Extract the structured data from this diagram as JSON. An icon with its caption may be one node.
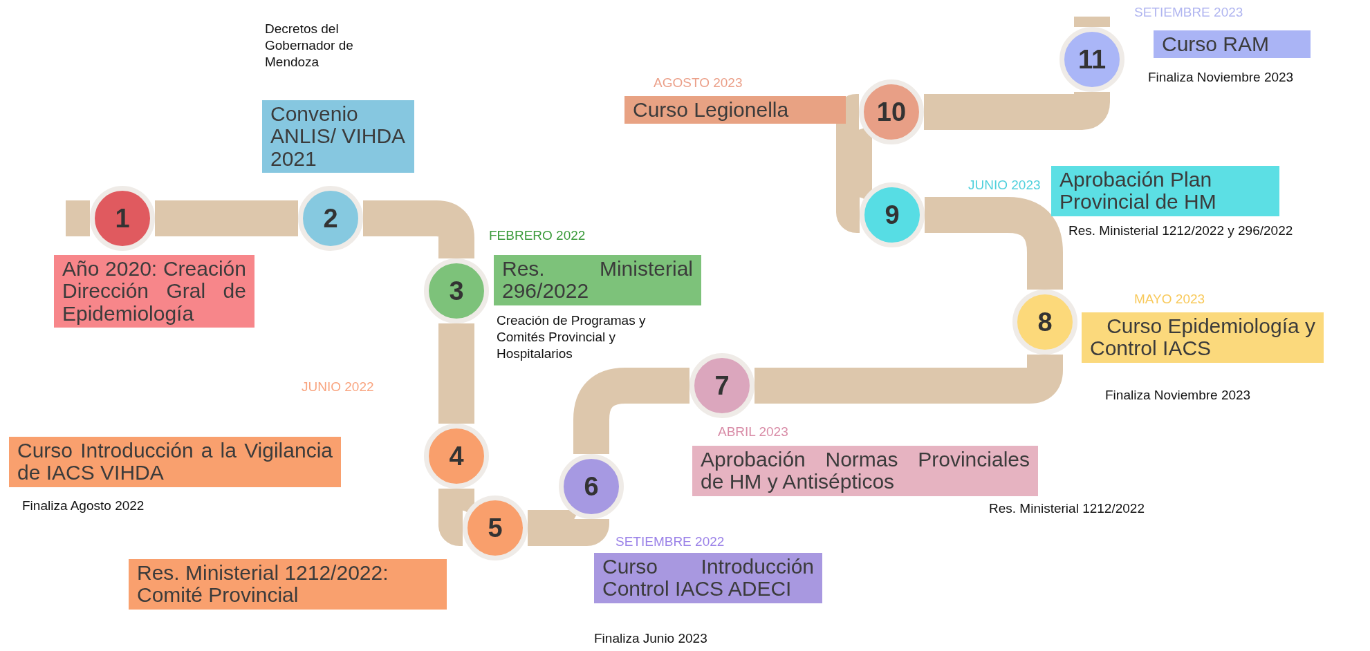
{
  "diagram": {
    "nodes": [
      {
        "text": [
          "1"
        ]
      },
      {
        "text": [
          "Año 2020: Creación Dirección Gral de Epidemiología"
        ]
      },
      {
        "text": [
          "2"
        ]
      },
      {
        "text": [
          "Convenio ANLIS/ VIHDA 2021"
        ],
        "beside": [
          "Decretos del Gobernador de Mendoza"
        ]
      },
      {
        "text": [
          "3"
        ]
      },
      {
        "text": [
          "Res. Ministerial 296/2022"
        ],
        "beside": [
          "FEBRERO 2022",
          "Creación de Programas y Comités Provincial y Hospitalarios"
        ]
      },
      {
        "text": [
          "4"
        ]
      },
      {
        "text": [
          "Curso Introducción a la Vigilancia de IACS VIHDA"
        ],
        "beside": [
          "JUNIO 2022",
          "Finaliza Agosto 2022"
        ]
      },
      {
        "text": [
          "5"
        ]
      },
      {
        "text": [
          "Res. Ministerial 1212/2022: Comité Provincial"
        ]
      },
      {
        "text": [
          "6"
        ]
      },
      {
        "text": [
          "Curso Introducción Control IACS ADECI"
        ],
        "beside": [
          "SETIEMBRE 2022",
          "Finaliza Junio 2023"
        ]
      },
      {
        "text": [
          "7"
        ]
      },
      {
        "text": [
          "Aprobación Normas Provinciales de HM y Antisépticos"
        ],
        "beside": [
          "ABRIL 2023",
          "Res. Ministerial 1212/2022"
        ]
      },
      {
        "text": [
          "8"
        ]
      },
      {
        "text": [
          "Curso Epidemiología y Control IACS"
        ],
        "beside": [
          "MAYO 2023",
          "Finaliza Noviembre 2023"
        ]
      },
      {
        "text": [
          "9"
        ]
      },
      {
        "text": [
          "Aprobación Plan Provincial de HM"
        ],
        "beside": [
          "JUNIO 2023",
          "Res. Ministerial 1212/2022 y 296/2022"
        ]
      },
      {
        "text": [
          "10"
        ]
      },
      {
        "text": [
          "Curso Legionella"
        ],
        "beside": [
          "AGOSTO 2023"
        ]
      },
      {
        "text": [
          "11"
        ]
      },
      {
        "text": [
          "Curso RAM"
        ],
        "beside": [
          "SETIEMBRE 2023",
          "Finaliza Noviembre 2023"
        ]
      }
    ],
    "edges": [
      {
        "from": null,
        "to": 0,
        "arrow": "none"
      },
      {
        "from": 0,
        "to": 2,
        "arrow": "none"
      },
      {
        "from": 2,
        "to": 4,
        "arrow": "none"
      },
      {
        "from": 4,
        "to": 6,
        "arrow": "none"
      },
      {
        "from": 6,
        "to": 8,
        "arrow": "none"
      },
      {
        "from": 8,
        "to": 10,
        "arrow": "none"
      },
      {
        "from": 10,
        "to": 12,
        "arrow": "none"
      },
      {
        "from": 12,
        "to": 14,
        "arrow": "none"
      },
      {
        "from": 14,
        "to": 16,
        "arrow": "none"
      },
      {
        "from": 16,
        "to": 18,
        "arrow": "none"
      },
      {
        "from": 18,
        "to": 20,
        "arrow": "none"
      },
      {
        "from": 20,
        "to": null,
        "arrow": "none"
      }
    ]
  }
}
